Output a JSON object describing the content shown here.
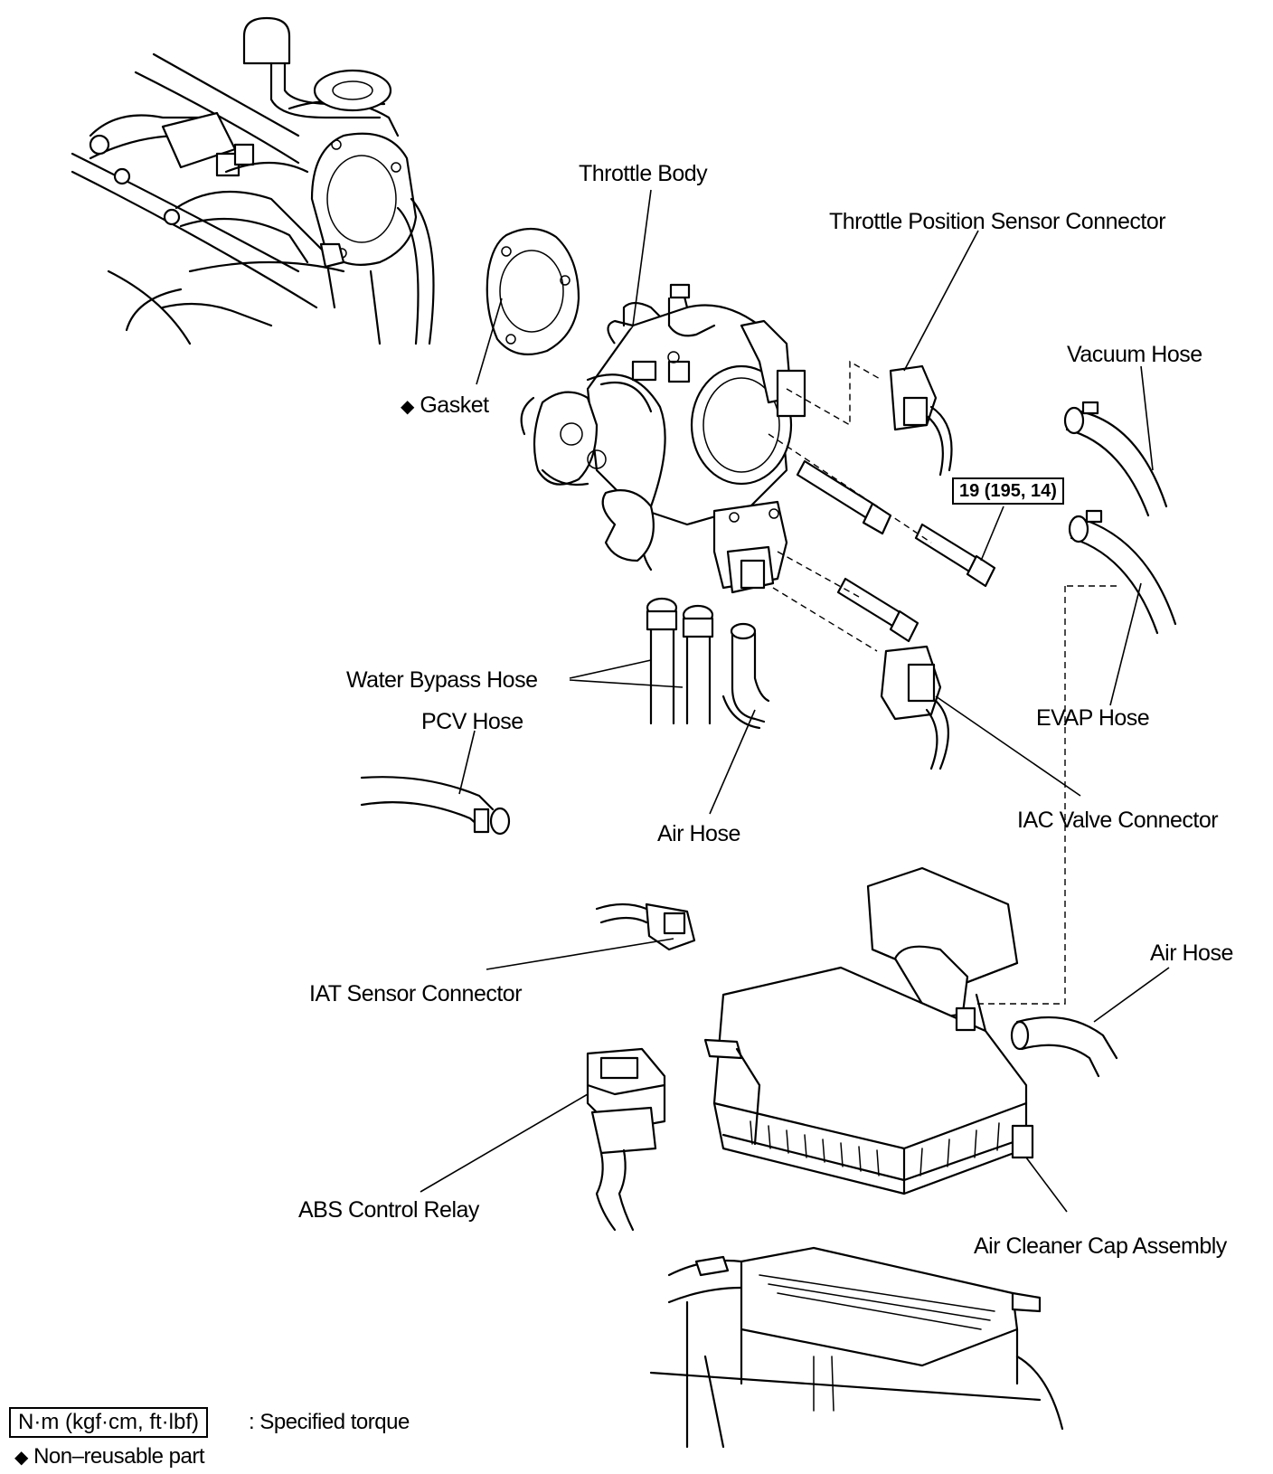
{
  "labels": {
    "throttle_body": "Throttle Body",
    "tps_connector": "Throttle Position Sensor Connector",
    "vacuum_hose": "Vacuum Hose",
    "gasket": "Gasket",
    "gasket_marker": "◆",
    "torque_value": "19 (195, 14)",
    "water_bypass_hose": "Water Bypass Hose",
    "pcv_hose": "PCV Hose",
    "evap_hose": "EVAP Hose",
    "iac_valve_connector": "IAC Valve Connector",
    "air_hose_upper": "Air Hose",
    "iat_sensor_connector": "IAT Sensor Connector",
    "air_hose_right": "Air Hose",
    "abs_control_relay": "ABS Control Relay",
    "air_cleaner_cap_assembly": "Air Cleaner Cap Assembly"
  },
  "legend": {
    "torque_unit_box": "N·m (kgf·cm, ft·lbf)",
    "torque_text": ": Specified torque",
    "nonreusable_marker": "◆",
    "nonreusable_text": "Non–reusable part"
  },
  "icons": {
    "gasket_marker": "diamond-icon",
    "nonreusable_marker": "diamond-icon"
  }
}
